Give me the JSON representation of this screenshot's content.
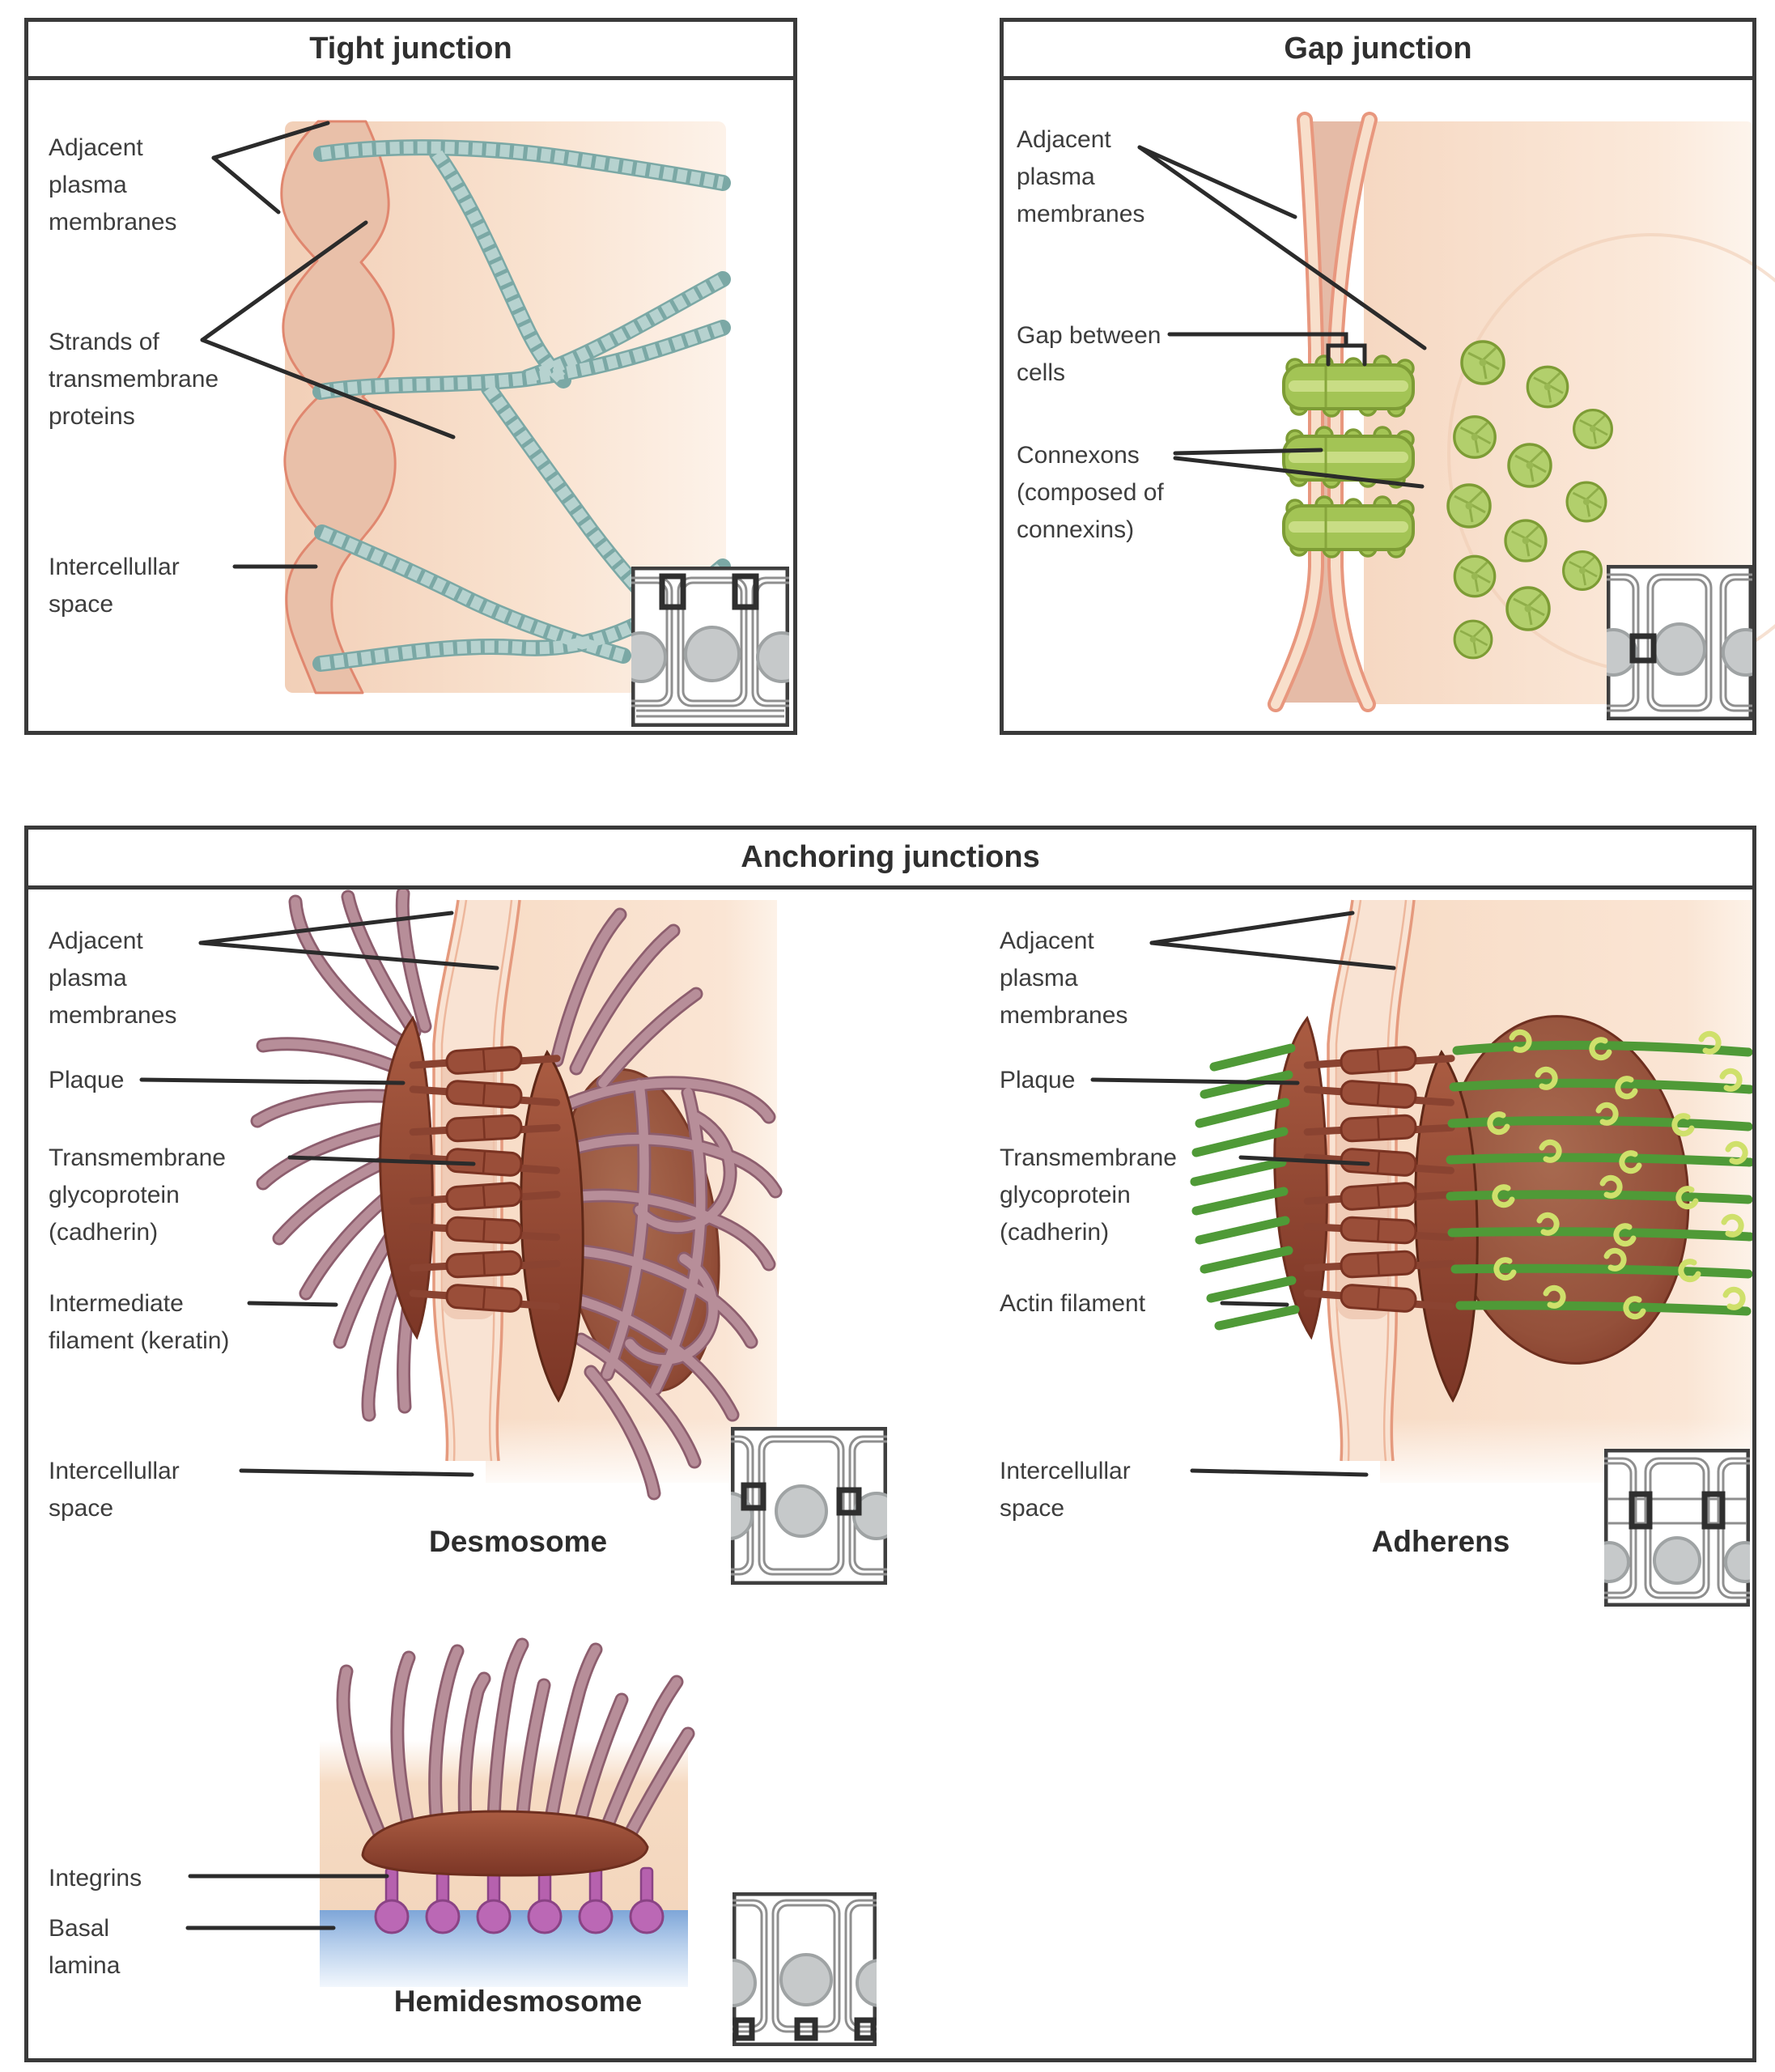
{
  "panels": {
    "tight_junction": {
      "title": "Tight junction",
      "labels": {
        "adjacent_membranes": "Adjacent plasma membranes",
        "strands": "Strands of transmembrane proteins",
        "intercellular_space": "Intercellullar space"
      }
    },
    "gap_junction": {
      "title": "Gap junction",
      "labels": {
        "adjacent_membranes": "Adjacent plasma membranes",
        "gap_between_cells": "Gap between cells",
        "connexons": "Connexons (composed of connexins)"
      }
    },
    "anchoring_junctions": {
      "title": "Anchoring junctions",
      "desmosome": {
        "caption": "Desmosome",
        "labels": {
          "adjacent_membranes": "Adjacent plasma membranes",
          "plaque": "Plaque",
          "transmembrane_glycoprotein": "Transmembrane glycoprotein (cadherin)",
          "intermediate_filament": "Intermediate filament (keratin)",
          "intercellular_space": "Intercellullar space"
        }
      },
      "adherens": {
        "caption": "Adherens",
        "labels": {
          "adjacent_membranes": "Adjacent plasma membranes",
          "plaque": "Plaque",
          "transmembrane_glycoprotein": "Transmembrane glycoprotein (cadherin)",
          "actin_filament": "Actin filament",
          "intercellular_space": "Intercellullar space"
        }
      },
      "hemidesmosome": {
        "caption": "Hemidesmosome",
        "labels": {
          "integrins": "Integrins",
          "basal_lamina": "Basal lamina"
        }
      }
    },
    "colors": {
      "panel_border": "#3a3a3a",
      "label_text": "#3d3d3d",
      "leader_line": "#2b2b2b",
      "membrane_outline": "#e8977e",
      "membrane_fill": "#f8dfcb",
      "cell_fill": "#f8dcc6",
      "protein_strand_teal": "#a9cbc8",
      "connexon_green": "#a3c455",
      "plaque_red": "#8c4130",
      "filament_mauve": "#b78e99",
      "actin_green": "#4f9a37",
      "actin_hook_yellow": "#cfe06b",
      "integrin_purple": "#b661ae",
      "basal_lamina_blue": "#7ea6d8",
      "inset_nucleus_gray": "#c6c9ca"
    }
  }
}
